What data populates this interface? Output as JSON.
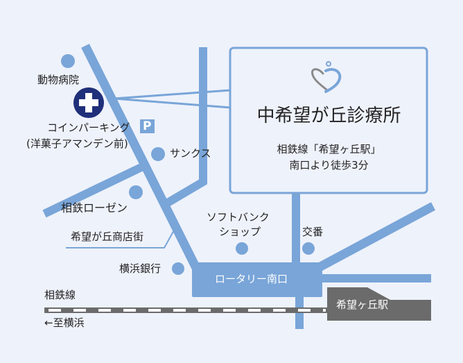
{
  "clinic": {
    "name": "中希望が丘診療所",
    "access_line1": "相鉄線「希望ヶ丘駅」",
    "access_line2": "南口より徒歩3分"
  },
  "landmarks": {
    "animal_hospital": "動物病院",
    "parking_line1": "コインパーキング",
    "parking_line2": "(洋菓子アマンデン前)",
    "parking_icon": "P",
    "sunkus": "サンクス",
    "sotetsu_rosen": "相鉄ローゼン",
    "shopping_street": "希望が丘商店街",
    "softbank_line1": "ソフトバンク",
    "softbank_line2": "ショップ",
    "police_box": "交番",
    "yokohama_bank": "横浜銀行",
    "rotary": "ロータリー南口",
    "railway": "相鉄線",
    "to_yokohama": "←至横浜",
    "station": "希望ヶ丘駅"
  },
  "colors": {
    "road": "#79a5d8",
    "clinic_marker": "#1f2f7a",
    "station": "#6b6b6b",
    "background": "#eef2fb"
  }
}
